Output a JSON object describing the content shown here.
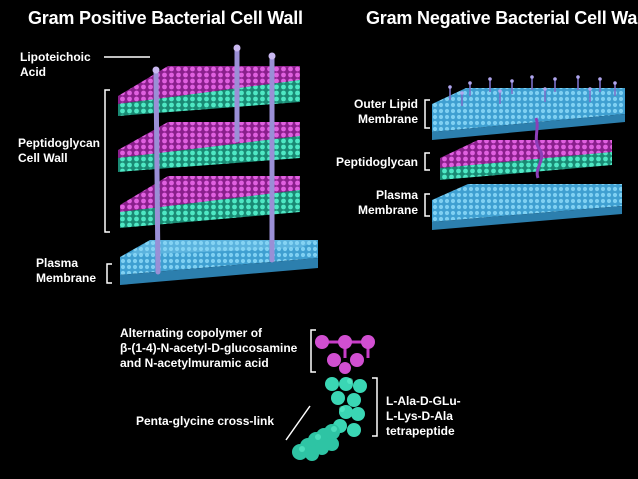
{
  "titles": {
    "gram_positive": "Gram Positive Bacterial Cell Wall",
    "gram_negative": "Gram Negative Bacterial Cell Wall"
  },
  "gram_positive_labels": {
    "lipoteichoic_line1": "Lipoteichoic",
    "lipoteichoic_line2": "Acid",
    "peptidoglycan_line1": "Peptidoglycan",
    "peptidoglycan_line2": "Cell Wall",
    "plasma_line1": "Plasma",
    "plasma_line2": "Membrane"
  },
  "gram_negative_labels": {
    "outer_line1": "Outer Lipid",
    "outer_line2": "Membrane",
    "peptidoglycan": "Peptidoglycan",
    "plasma_line1": "Plasma",
    "plasma_line2": "Membrane"
  },
  "structure_labels": {
    "copolymer_line1": "Alternating copolymer of",
    "copolymer_line2": "β-(1-4)-N-acetyl-D-glucosamine",
    "copolymer_line3": "and N-acetylmuramic acid",
    "tetrapeptide_line1": "L-Ala-D-GLu-",
    "tetrapeptide_line2": "L-Lys-D-Ala",
    "tetrapeptide_line3": "tetrapeptide",
    "crosslink": "Penta-glycine cross-link"
  },
  "colors": {
    "background": "#000000",
    "membrane_blue": "#5ab8e6",
    "sugar_magenta": "#c83cc8",
    "peptide_teal": "#3ad6b4",
    "lipoteichoic_lavender": "#9a8fd6",
    "bracket_white": "#ffffff"
  }
}
